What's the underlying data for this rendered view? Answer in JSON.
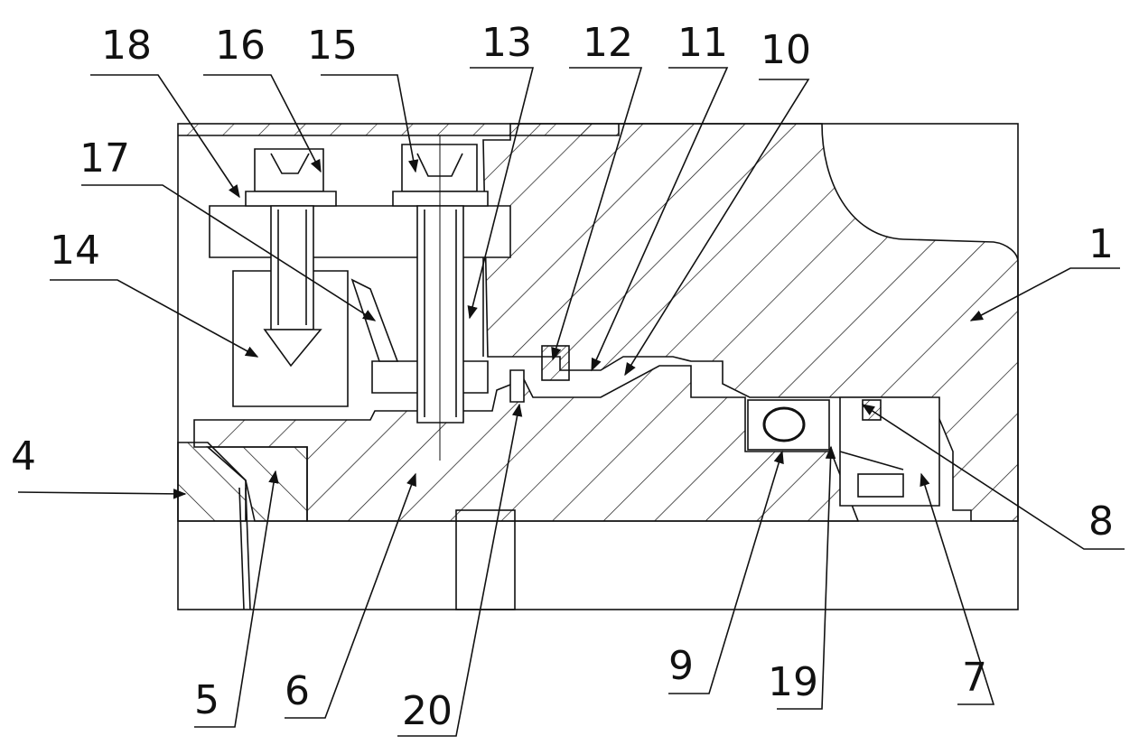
{
  "figure": {
    "type": "mechanical cross-section",
    "line_color": "#111111",
    "background": "#ffffff",
    "part_labels": {
      "p1": "1",
      "p4": "4",
      "p5": "5",
      "p6": "6",
      "p7": "7",
      "p8": "8",
      "p9": "9",
      "p10": "10",
      "p11": "11",
      "p12": "12",
      "p13": "13",
      "p14": "14",
      "p15": "15",
      "p16": "16",
      "p17": "17",
      "p18": "18",
      "p19": "19",
      "p20": "20"
    }
  }
}
